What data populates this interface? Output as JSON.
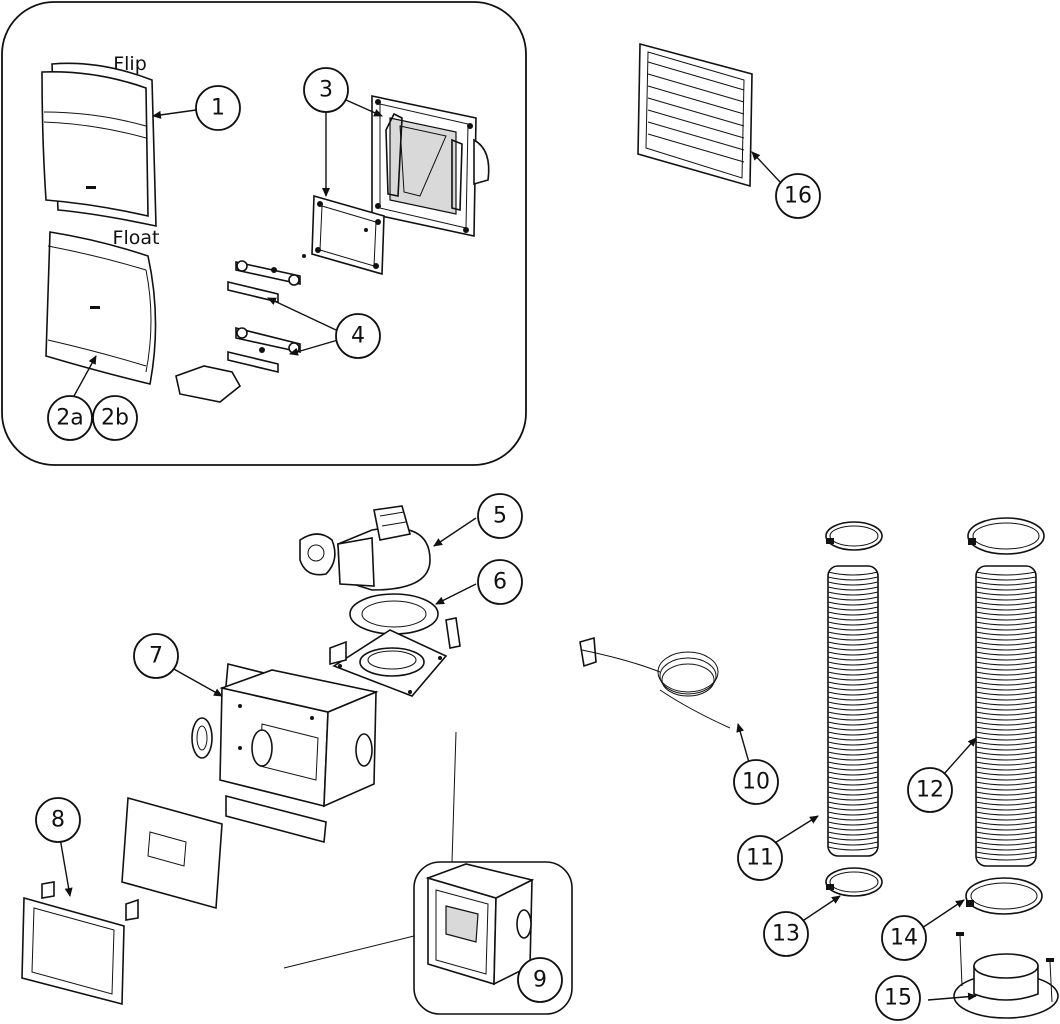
{
  "labels": {
    "flip": "Flip",
    "float": "Float"
  },
  "callouts": {
    "c1": "1",
    "c2a": "2a",
    "c2b": "2b",
    "c3": "3",
    "c4": "4",
    "c5": "5",
    "c6": "6",
    "c7": "7",
    "c8": "8",
    "c9": "9",
    "c10": "10",
    "c11": "11",
    "c12": "12",
    "c13": "13",
    "c14": "14",
    "c15": "15",
    "c16": "16"
  }
}
